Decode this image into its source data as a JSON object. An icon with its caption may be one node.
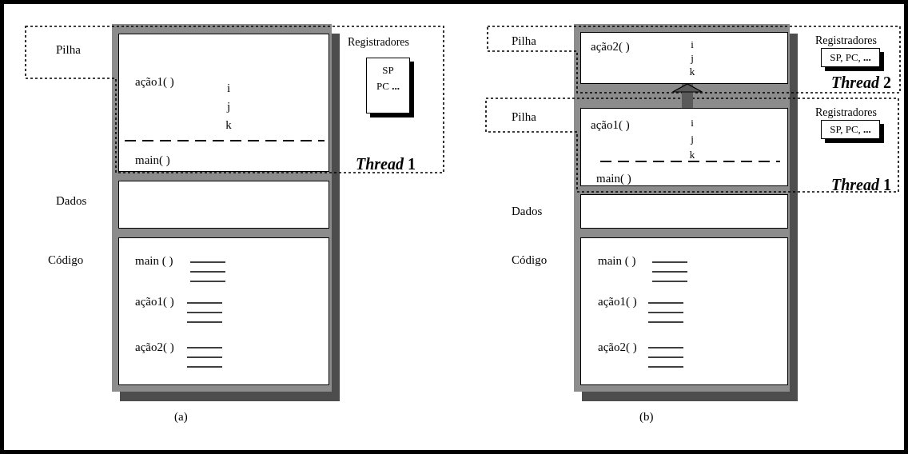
{
  "diagram": {
    "nodes": [
      {
        "text": [],
        "shape": "box"
      },
      {
        "text": [
          "Pilha",
          "*Thread* 1"
        ]
      },
      {
        "text": [
          "ação1( )",
          "i j k",
          "main( )"
        ]
      },
      {
        "text": [
          "Registradores",
          "SP PC **...**"
        ],
        "in": 1
      },
      {
        "text": [],
        "shape": "box",
        "in": 0
      },
      {
        "text": [
          "main ( )",
          "ação1( )",
          "ação2( )"
        ],
        "in": 0
      },
      {
        "text": [],
        "shape": "box"
      },
      {
        "text": [
          "Pilha",
          "*Thread* 2"
        ]
      },
      {
        "text": [
          "ação2( )",
          "i j k"
        ]
      },
      {
        "text": [
          "Registradores",
          "SP, PC, **...**"
        ],
        "in": 7
      },
      {
        "text": [
          "Pilha",
          "*Thread* 1"
        ]
      },
      {
        "text": [
          "ação1( )",
          "i j k",
          "main( )"
        ]
      },
      {
        "text": [
          "Registradores",
          "SP, PC, **...**"
        ],
        "in": 10
      },
      {
        "text": [],
        "shape": "box",
        "in": 6
      },
      {
        "text": [
          "main ( )",
          "ação1( )",
          "ação2( )"
        ],
        "in": 6
      }
    ],
    "edges": [
      {
        "from": 11,
        "to": 8,
        "arrow": "to"
      }
    ],
    "labels": [
      "Dados",
      "Código",
      "(a)",
      "Dados",
      "Código",
      "(b)"
    ]
  }
}
